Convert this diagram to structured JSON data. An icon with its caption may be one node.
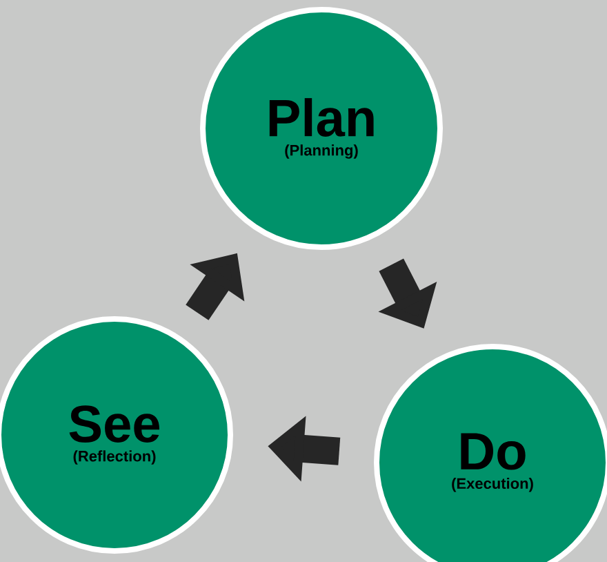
{
  "diagram": {
    "nodes": [
      {
        "text": [
          "Plan",
          "(Planning)"
        ]
      },
      {
        "text": [
          "Do",
          "(Execution)"
        ]
      },
      {
        "text": [
          "See",
          "(Reflection)"
        ]
      }
    ],
    "edges": [
      {
        "from": 0,
        "to": 1,
        "arrow": "to"
      },
      {
        "from": 1,
        "to": 2,
        "arrow": "to"
      },
      {
        "from": 2,
        "to": 0,
        "arrow": "to"
      }
    ]
  }
}
